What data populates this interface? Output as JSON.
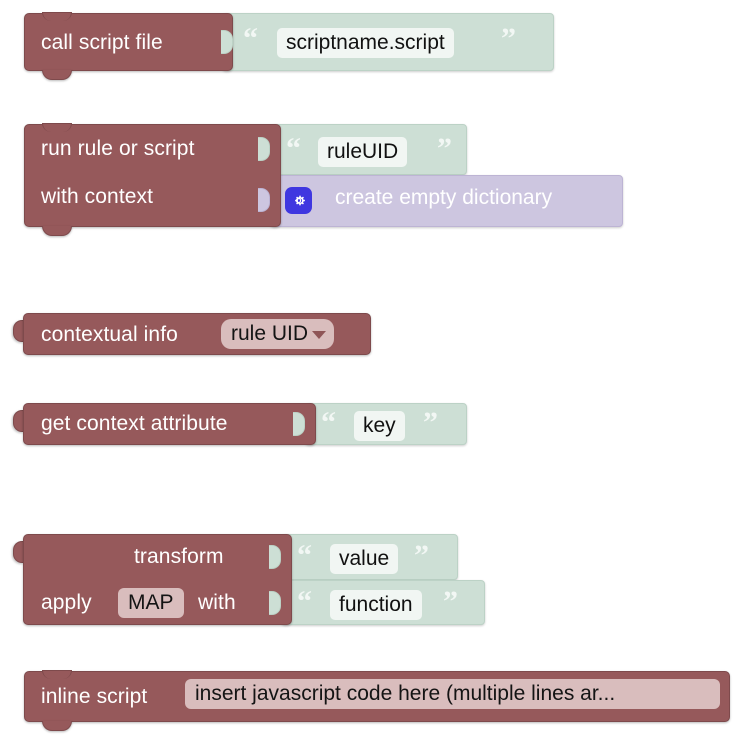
{
  "editor": {
    "name": "blockly-block-palette",
    "background_color": "#ffffff",
    "block_color": "#96595b",
    "string_block_color": "#cddfd5",
    "dict_block_color": "#cdc6e0",
    "field_color": "#d9bdbd",
    "mutator_icon_color": "#3f37e0"
  },
  "blocks": [
    {
      "id": "call-script-file",
      "label": "call script file",
      "input": {
        "type": "string",
        "open_quote": "“",
        "close_quote": "”",
        "value": "scriptname.script"
      }
    },
    {
      "id": "run-rule-or-script",
      "label_line1": "run rule or script",
      "label_line2": "with context",
      "input1": {
        "type": "string",
        "open_quote": "“",
        "close_quote": "”",
        "value": "ruleUID"
      },
      "input2": {
        "type": "dictionary",
        "icon": "gear-icon",
        "label": "create empty dictionary"
      }
    },
    {
      "id": "contextual-info",
      "label": "contextual info",
      "dropdown": {
        "selected": "rule UID",
        "arrow": "chevron-down-icon"
      }
    },
    {
      "id": "get-context-attribute",
      "label": "get context attribute",
      "input": {
        "type": "string",
        "open_quote": "“",
        "close_quote": "”",
        "value": "key"
      }
    },
    {
      "id": "transform",
      "label_line1": "transform",
      "label_line2_pre": "apply",
      "label_line2_field": "MAP",
      "label_line2_post": "with",
      "input1": {
        "type": "string",
        "open_quote": "“",
        "close_quote": "”",
        "value": "value"
      },
      "input2": {
        "type": "string",
        "open_quote": "“",
        "close_quote": "”",
        "value": "function"
      }
    },
    {
      "id": "inline-script",
      "label": "inline script",
      "field": {
        "value": "insert javascript code here (multiple lines ar..."
      }
    }
  ]
}
